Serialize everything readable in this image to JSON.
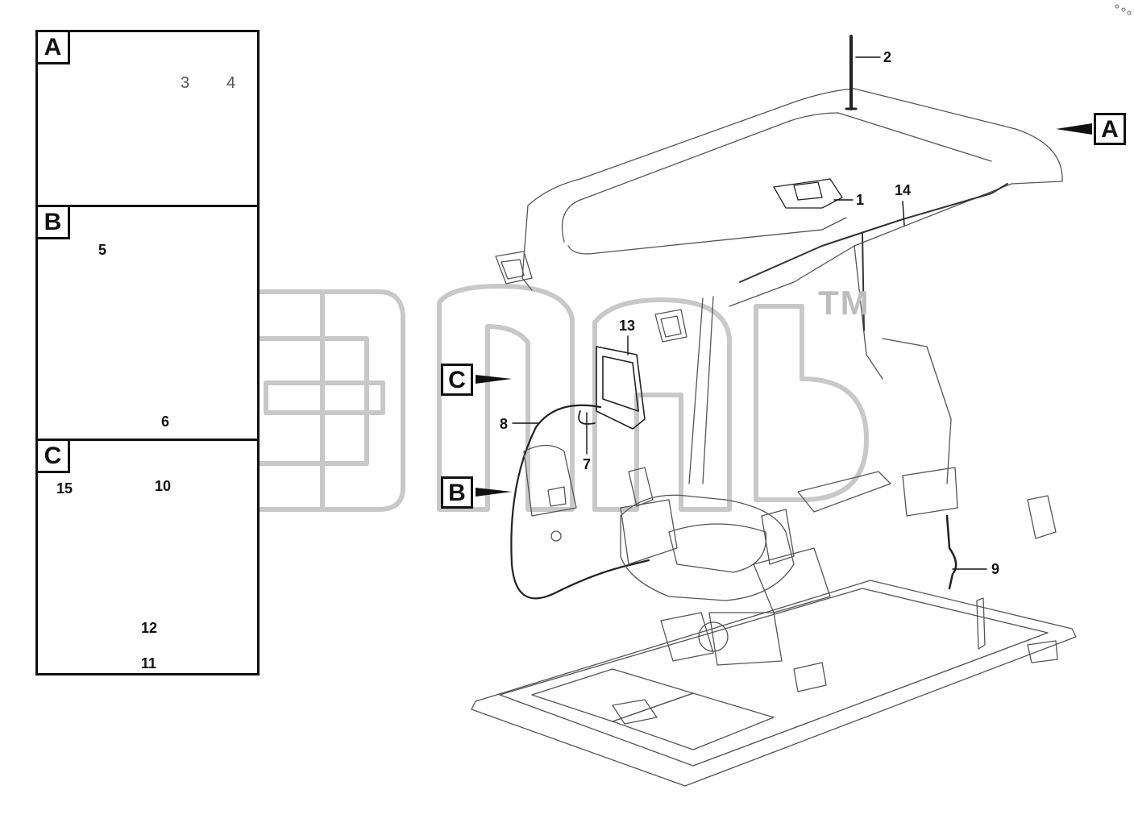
{
  "panels": [
    {
      "letter": "A",
      "callouts": [
        "3",
        "4"
      ]
    },
    {
      "letter": "B",
      "callouts": [
        "5",
        "6"
      ]
    },
    {
      "letter": "C",
      "callouts": [
        "15",
        "10",
        "12",
        "11"
      ]
    }
  ],
  "main_view": {
    "view_flags": [
      "A",
      "C",
      "B"
    ],
    "callouts": [
      "2",
      "1",
      "14",
      "13",
      "8",
      "7",
      "9"
    ]
  },
  "watermark": {
    "trademark": "TM"
  }
}
